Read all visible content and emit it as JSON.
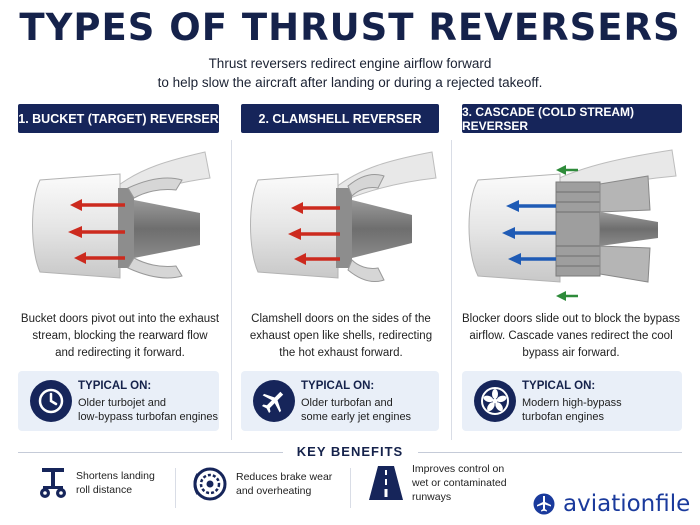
{
  "title": "TYPES OF THRUST REVERSERS",
  "subtitle_line1": "Thrust reversers redirect engine airflow forward",
  "subtitle_line2": "to help slow the aircraft after landing or during a rejected takeoff.",
  "columns": [
    {
      "heading": "1. BUCKET (TARGET) REVERSER",
      "desc": [
        "Bucket doors pivot out into the exhaust",
        "stream, blocking the rearward flow",
        "and redirecting it forward."
      ],
      "typical_label": "TYPICAL ON:",
      "typical": [
        "Older turbojet and",
        "low-bypass turbofan engines"
      ],
      "icon": "clock-icon"
    },
    {
      "heading": "2. CLAMSHELL REVERSER",
      "desc": [
        "Clamshell doors on the sides of the",
        "exhaust open like shells, redirecting",
        "the hot exhaust forward."
      ],
      "typical_label": "TYPICAL ON:",
      "typical": [
        "Older turbofan and",
        "some early jet engines"
      ],
      "icon": "airplane-icon"
    },
    {
      "heading": "3. CASCADE (COLD STREAM) REVERSER",
      "desc": [
        "Blocker doors slide out to block the bypass",
        "airflow. Cascade vanes redirect the cool",
        "bypass air forward."
      ],
      "typical_label": "TYPICAL ON:",
      "typical": [
        "Modern high-bypass",
        "turbofan engines"
      ],
      "icon": "fan-icon"
    }
  ],
  "benefits_title": "KEY BENEFITS",
  "benefits": [
    {
      "text": [
        "Shortens landing",
        "roll distance"
      ],
      "icon": "landing-gear-icon"
    },
    {
      "text": [
        "Reduces brake wear",
        "and overheating"
      ],
      "icon": "brake-disc-icon"
    },
    {
      "text": [
        "Improves control on",
        "wet or contaminated",
        "runways"
      ],
      "icon": "runway-icon"
    }
  ],
  "logo_text": "aviationfile",
  "colors": {
    "navy": "#16255a",
    "red_arrow": "#cc2a1e",
    "blue_arrow": "#1f5bb5",
    "green_arrow": "#2e8b3a",
    "panel": "#e9eff8"
  }
}
